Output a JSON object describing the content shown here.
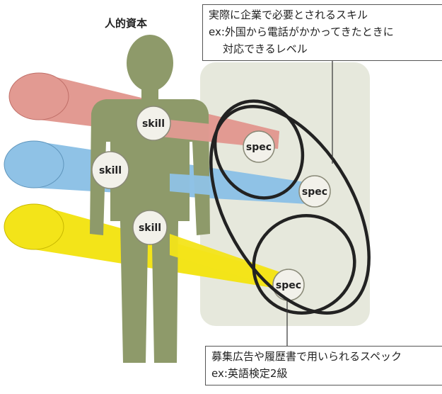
{
  "title": "人的資本",
  "skill_label": "skill",
  "spec_label": "spec",
  "callout_top": {
    "line1": "実際に企業で必要とされるスキル",
    "line2": "ex:外国から電話がかかってきたときに",
    "line3": "対応できるレベル"
  },
  "callout_bottom": {
    "line1": "募集広告や履歴書で用いられるスペック",
    "line2": "ex:英語検定2級"
  },
  "colors": {
    "person": "#8e9a6a",
    "cylinder_red": "#e29a92",
    "cylinder_blue": "#8fc2e6",
    "cylinder_yellow": "#f3e419",
    "panel": "#e6e8dc",
    "ellipse": "#222222"
  }
}
